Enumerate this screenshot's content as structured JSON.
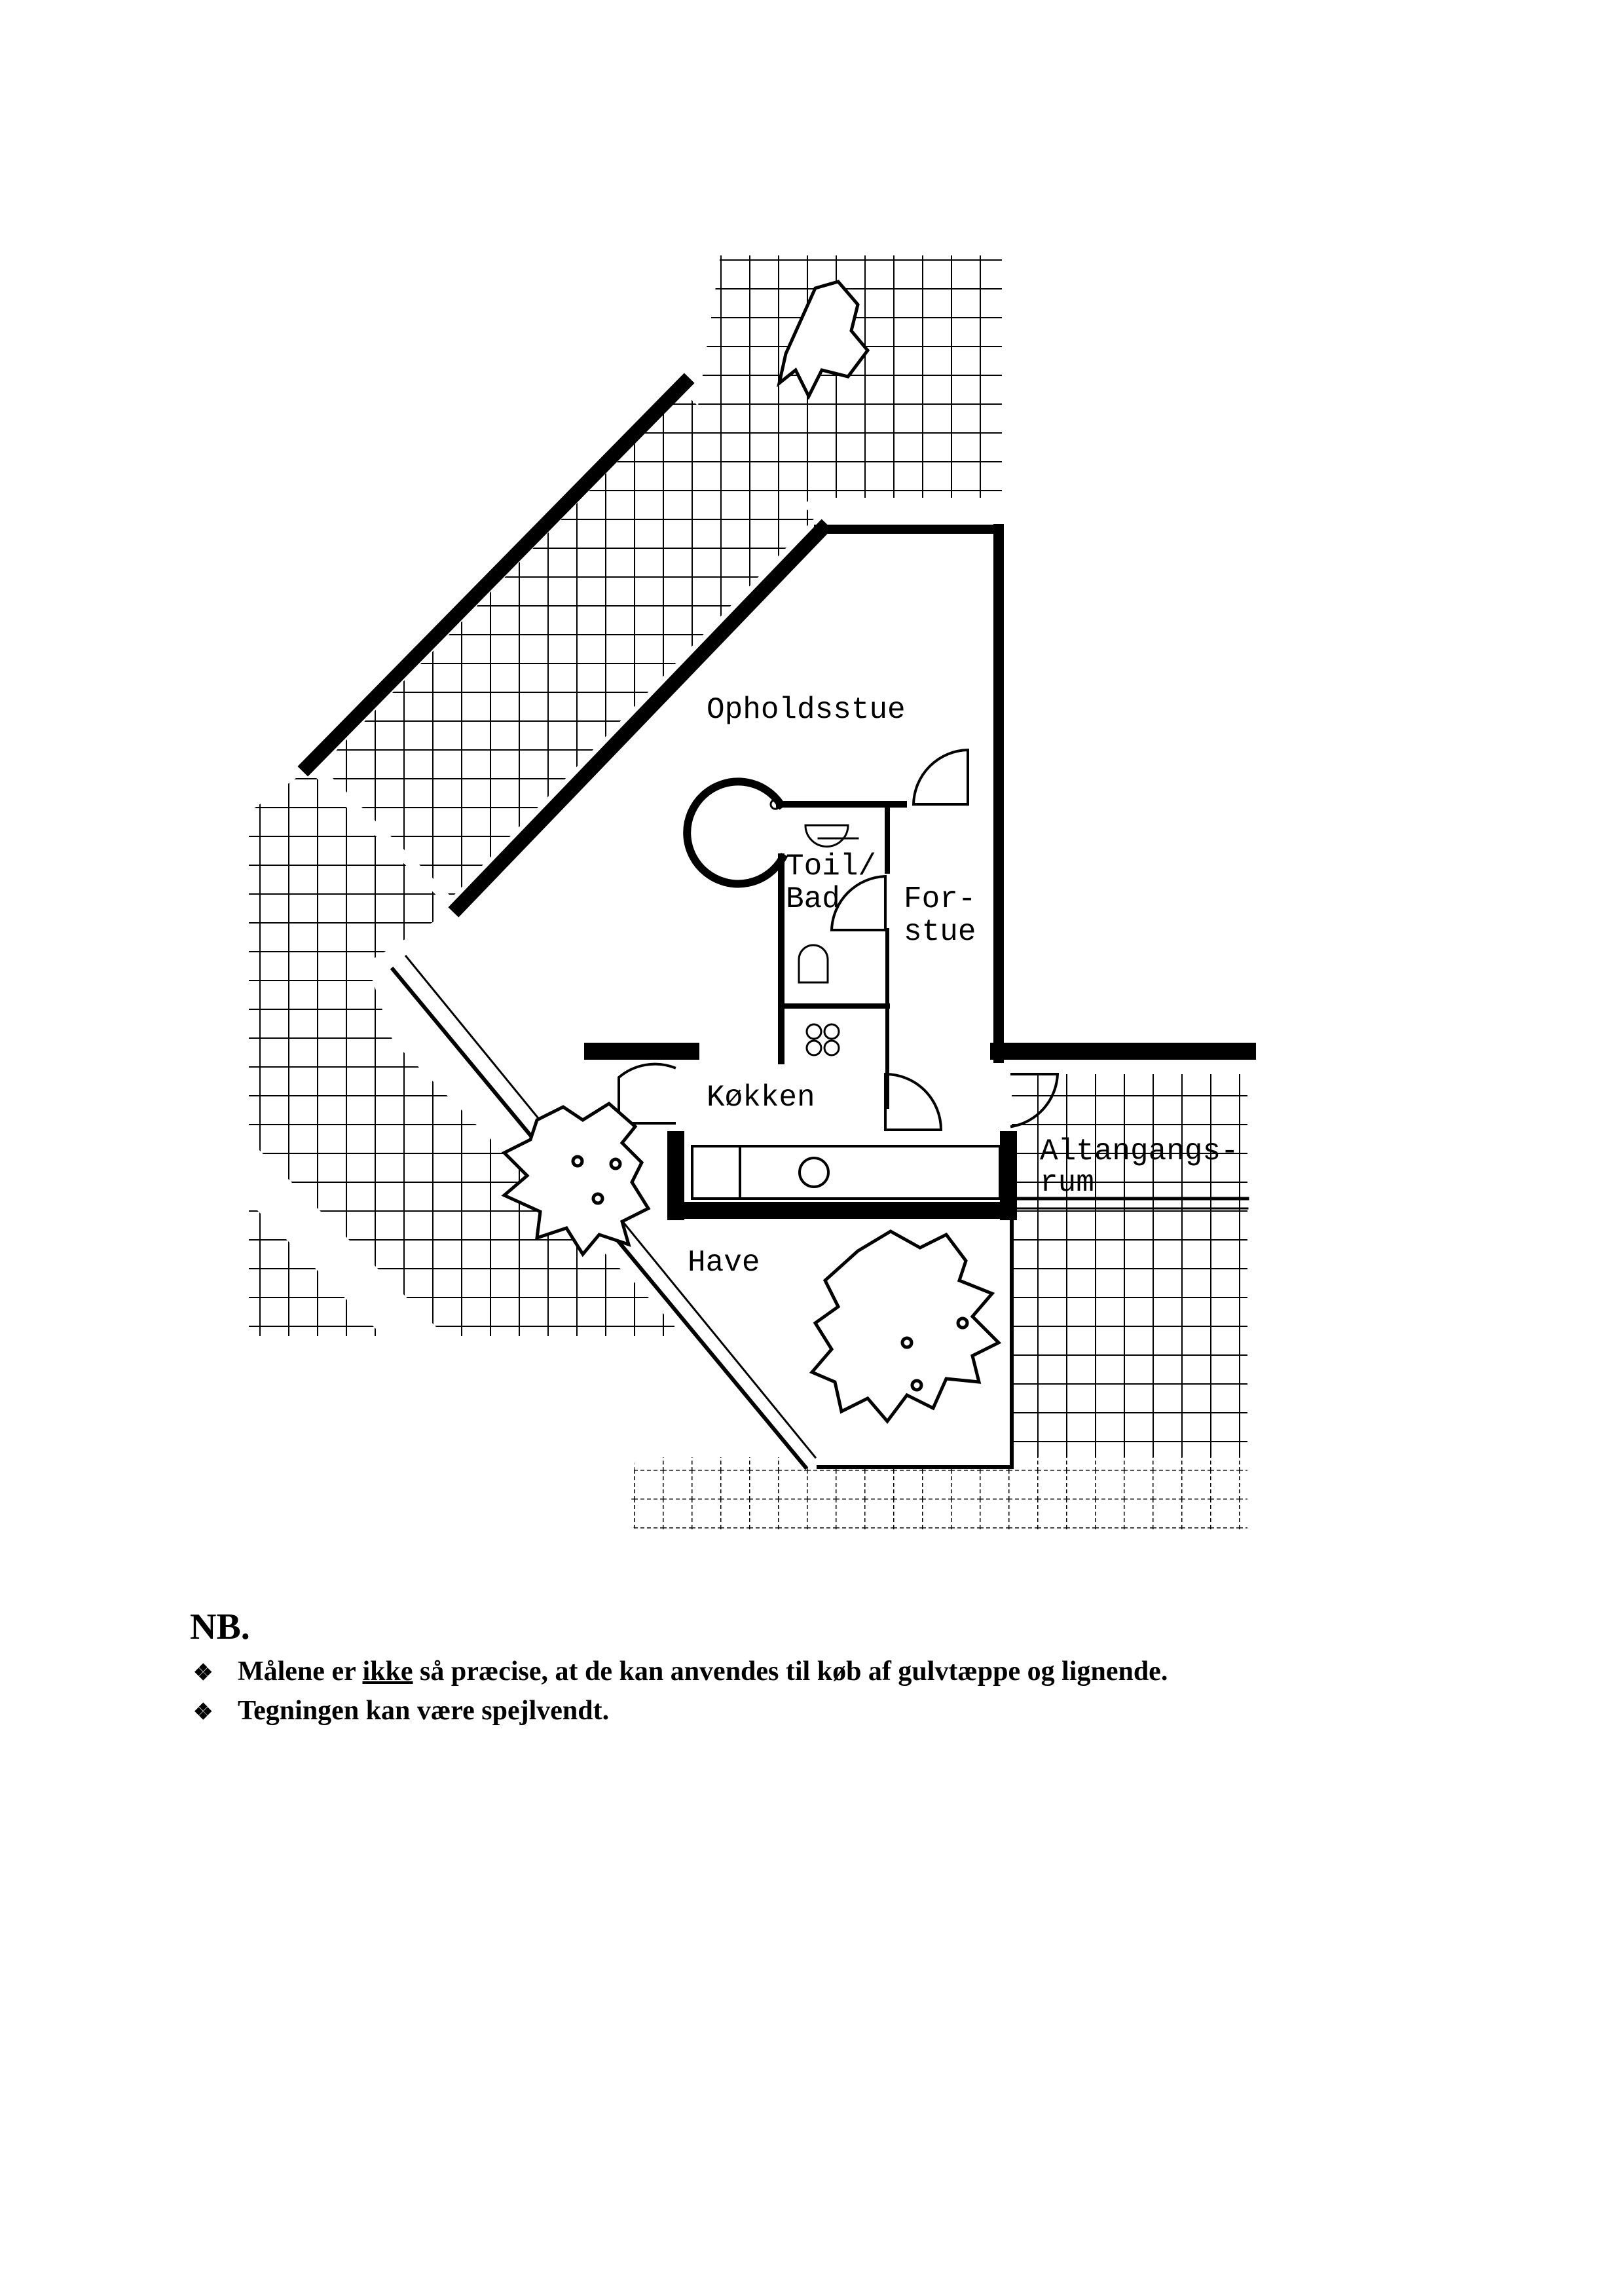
{
  "floor_plan": {
    "rooms": {
      "living_room": "Opholdsstue",
      "bathroom_line1": "Toil/",
      "bathroom_line2": "Bad",
      "hallway_line1": "For-",
      "hallway_line2": "stue",
      "kitchen": "Køkken",
      "balcony_line1": "Altangangs-",
      "balcony_line2": "rum",
      "garden": "Have"
    }
  },
  "notes": {
    "heading": "NB.",
    "bullet_icon": "diamond-cluster-icon",
    "items": [
      {
        "before": "Målene er ",
        "underlined": "ikke",
        "after": " så præcise, at de kan anvendes til køb af gulvtæppe og lignende."
      },
      {
        "before": "Tegningen kan være spejlvendt.",
        "underlined": "",
        "after": ""
      }
    ]
  }
}
